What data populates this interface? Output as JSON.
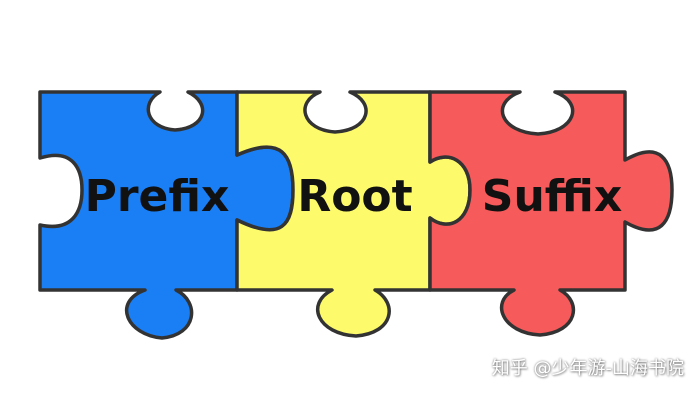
{
  "pieces": [
    {
      "label": "Prefix",
      "color": "#1a7ff5"
    },
    {
      "label": "Root",
      "color": "#fdfb6b"
    },
    {
      "label": "Suffix",
      "color": "#f65a5a"
    }
  ],
  "outline_color": "#333333",
  "watermark": "知乎 @少年游-山海书院"
}
